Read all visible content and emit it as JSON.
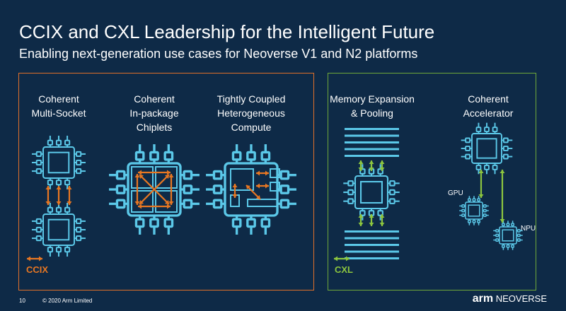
{
  "title": "CCIX and CXL Leadership for the Intelligent Future",
  "subtitle": "Enabling next-generation use cases for Neoverse V1 and N2 platforms",
  "ccix": {
    "tag": "CCIX",
    "color": "#e87722",
    "columns": [
      {
        "lines": [
          "Coherent",
          "Multi-Socket"
        ]
      },
      {
        "lines": [
          "Coherent",
          "In-package",
          "Chiplets"
        ]
      },
      {
        "lines": [
          "Tightly Coupled",
          "Heterogeneous",
          "Compute"
        ]
      }
    ]
  },
  "cxl": {
    "tag": "CXL",
    "color": "#8dc63f",
    "columns": [
      {
        "lines": [
          "Memory Expansion",
          "& Pooling"
        ]
      },
      {
        "lines": [
          "Coherent",
          "Accelerator"
        ]
      }
    ],
    "gpu_label": "GPU",
    "npu_label": "NPU"
  },
  "chip_color": "#5bc8e8",
  "footer": {
    "page": "10",
    "copyright": "© 2020 Arm Limited",
    "logo_arm": "arm",
    "logo_product": "NEOVERSE"
  }
}
